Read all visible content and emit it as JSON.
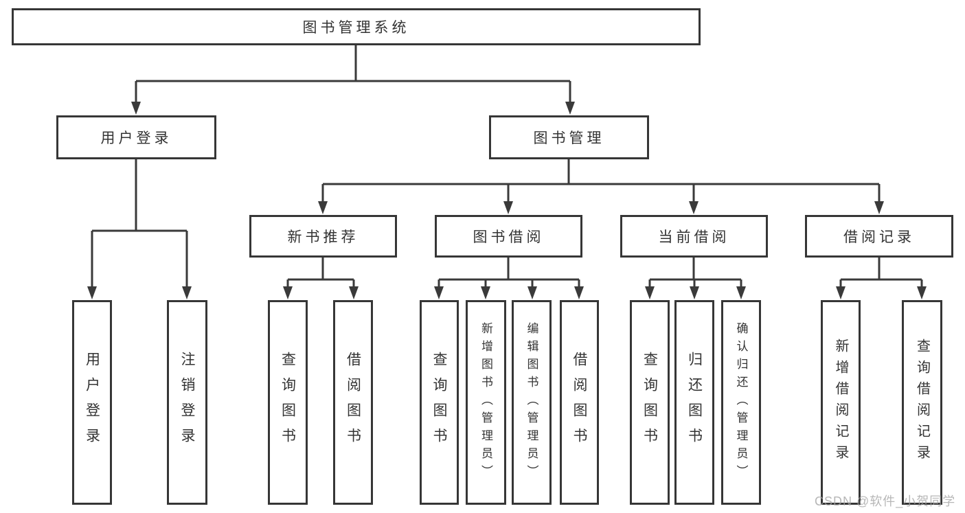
{
  "tree": {
    "label": "图书管理系统",
    "children": [
      {
        "label": "用户登录",
        "children": [
          {
            "label": "用户登录"
          },
          {
            "label": "注销登录"
          }
        ]
      },
      {
        "label": "图书管理",
        "children": [
          {
            "label": "新书推荐",
            "children": [
              {
                "label": "查询图书"
              },
              {
                "label": "借阅图书"
              }
            ]
          },
          {
            "label": "图书借阅",
            "children": [
              {
                "label": "查询图书"
              },
              {
                "label": "新增图书（管理员）"
              },
              {
                "label": "编辑图书（管理员）"
              },
              {
                "label": "借阅图书"
              }
            ]
          },
          {
            "label": "当前借阅",
            "children": [
              {
                "label": "查询图书"
              },
              {
                "label": "归还图书"
              },
              {
                "label": "确认归还（管理员）"
              }
            ]
          },
          {
            "label": "借阅记录",
            "children": [
              {
                "label": "新增借阅记录"
              },
              {
                "label": "查询借阅记录"
              }
            ]
          }
        ]
      }
    ]
  },
  "watermark": {
    "text": "CSDN @软件_小贺同学"
  },
  "colors": {
    "line": "#3a3a3a",
    "text": "#333333",
    "background": "#ffffff",
    "watermark": "#a5a5a5"
  }
}
